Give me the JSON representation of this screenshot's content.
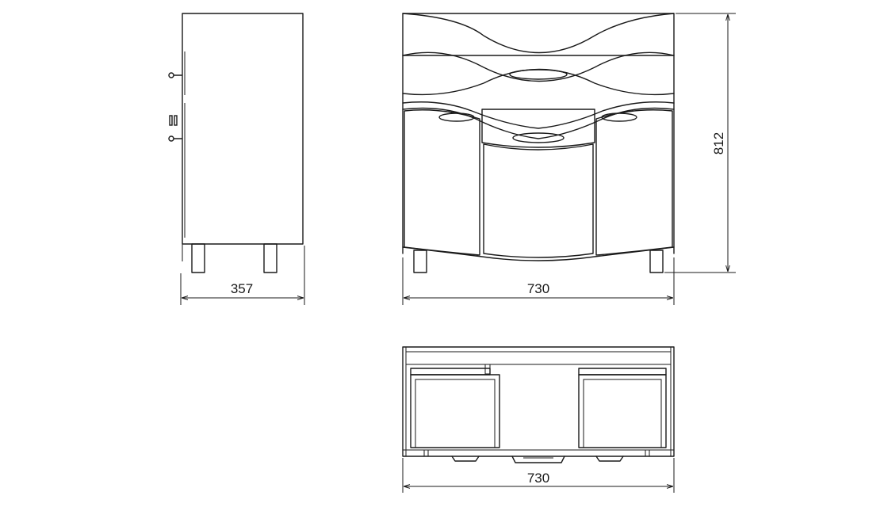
{
  "dimensions": {
    "side_depth": "357",
    "front_width": "730",
    "front_height": "812",
    "top_width": "730"
  }
}
